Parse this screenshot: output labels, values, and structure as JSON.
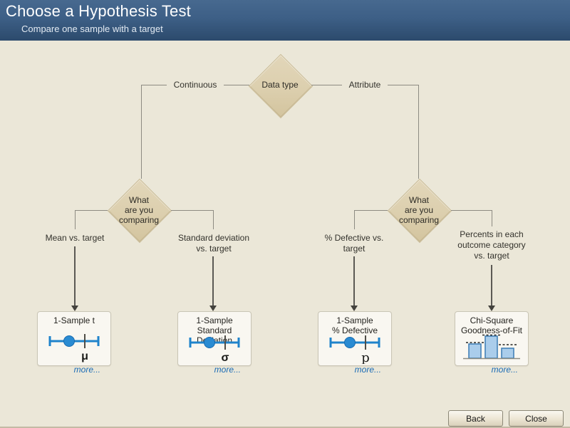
{
  "header": {
    "title": "Choose a Hypothesis Test",
    "subtitle": "Compare one sample with a target"
  },
  "tree": {
    "root_label": "Data type",
    "branch_left": "Continuous",
    "branch_right": "Attribute",
    "decision_left": "What\nare you\ncomparing",
    "decision_right": "What\nare you\ncomparing",
    "outcome_mean": "Mean vs. target",
    "outcome_stdev": "Standard deviation\nvs. target",
    "outcome_defective": "% Defective vs.\ntarget",
    "outcome_percents": "Percents in each\noutcome category\nvs. target"
  },
  "cards": [
    {
      "title": "1-Sample t",
      "symbol": "μ",
      "more": "more...",
      "icon": "interval-plot-icon"
    },
    {
      "title": "1-Sample\nStandard Deviation",
      "symbol": "σ",
      "more": "more...",
      "icon": "interval-plot-icon"
    },
    {
      "title": "1-Sample\n% Defective",
      "symbol": "p",
      "more": "more...",
      "icon": "interval-plot-icon"
    },
    {
      "title": "Chi-Square\nGoodness-of-Fit",
      "more": "more...",
      "icon": "bar-chart-icon"
    }
  ],
  "footer": {
    "back": "Back",
    "close": "Close"
  },
  "colors": {
    "accent_blue": "#1f83cb",
    "link_blue": "#1a6bb5",
    "diamond_fill": "#dccfae",
    "header_top": "#47698f",
    "header_bottom": "#2c4a6c",
    "background": "#ebe7d8"
  }
}
